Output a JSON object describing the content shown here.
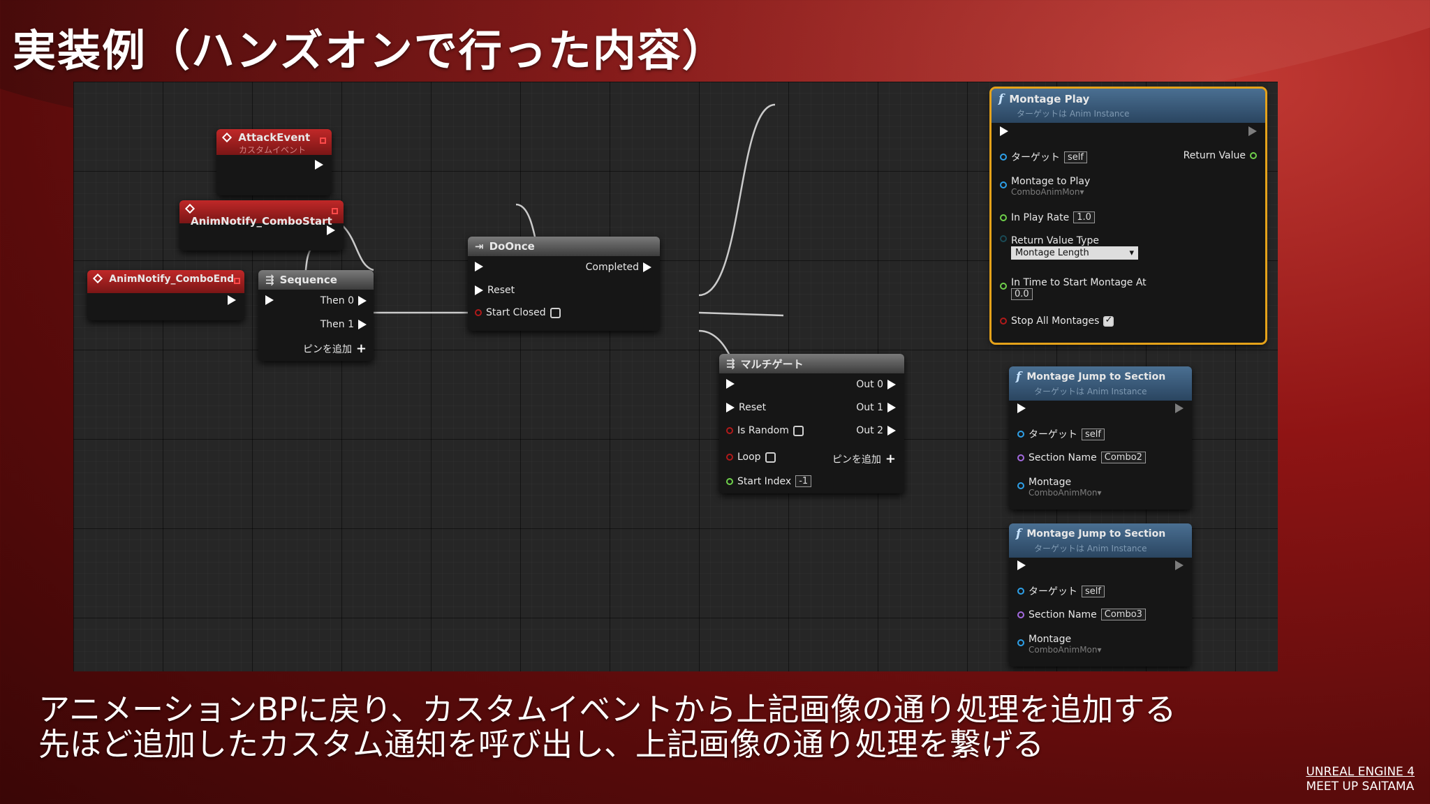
{
  "slide": {
    "title": "実装例（ハンズオンで行った内容）",
    "caption_line1": "アニメーションBPに戻り、カスタムイベントから上記画像の通り処理を追加する",
    "caption_line2": "先ほど追加したカスタム通知を呼び出し、上記画像の通り処理を繋げる",
    "brand_line1": "UNREAL ENGINE 4",
    "brand_line2": "MEET UP SAITAMA"
  },
  "colors": {
    "accent_red": "#8f1414",
    "selection": "#e5a21a",
    "exec_wire": "#ffffff"
  },
  "nodes": {
    "attack_event": {
      "title": "AttackEvent",
      "subtitle": "カスタムイベント"
    },
    "combo_start": {
      "title": "AnimNotify_ComboStart"
    },
    "combo_end": {
      "title": "AnimNotify_ComboEnd"
    },
    "sequence": {
      "title": "Sequence",
      "then0": "Then 0",
      "then1": "Then 1",
      "add_pin": "ピンを追加"
    },
    "do_once": {
      "title": "DoOnce",
      "completed": "Completed",
      "reset": "Reset",
      "start_closed": "Start Closed"
    },
    "multigate": {
      "title": "マルチゲート",
      "out0": "Out 0",
      "out1": "Out 1",
      "out2": "Out 2",
      "reset": "Reset",
      "is_random": "Is Random",
      "loop": "Loop",
      "start_index": "Start Index",
      "start_index_value": "-1",
      "add_pin": "ピンを追加"
    },
    "montage_play": {
      "title": "Montage Play",
      "subtitle": "ターゲットは Anim Instance",
      "target": "ターゲット",
      "target_value": "self",
      "return_value": "Return Value",
      "montage_to_play": "Montage to Play",
      "montage_value": "ComboAnimMon▾",
      "play_rate": "In Play Rate",
      "play_rate_value": "1.0",
      "return_value_type": "Return Value Type",
      "return_value_type_value": "Montage Length",
      "time_to_start": "In Time to Start Montage At",
      "time_to_start_value": "0.0",
      "stop_all": "Stop All Montages"
    },
    "jump_section_1": {
      "title": "Montage Jump to Section",
      "subtitle": "ターゲットは Anim Instance",
      "target": "ターゲット",
      "target_value": "self",
      "section_name": "Section Name",
      "section_value": "Combo2",
      "montage": "Montage",
      "montage_value": "ComboAnimMon▾"
    },
    "jump_section_2": {
      "title": "Montage Jump to Section",
      "subtitle": "ターゲットは Anim Instance",
      "target": "ターゲット",
      "target_value": "self",
      "section_name": "Section Name",
      "section_value": "Combo3",
      "montage": "Montage",
      "montage_value": "ComboAnimMon▾"
    }
  }
}
